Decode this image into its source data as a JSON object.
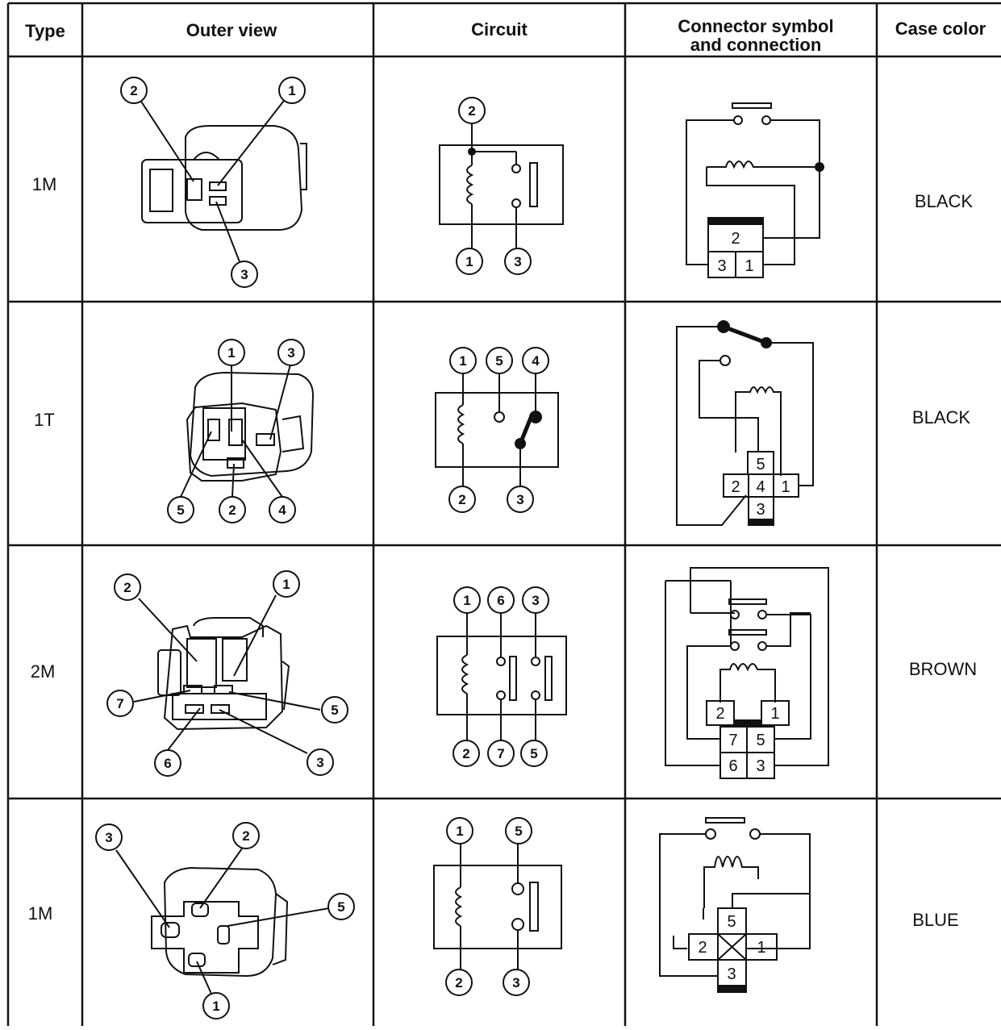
{
  "headers": {
    "type": "Type",
    "outer_view": "Outer view",
    "circuit": "Circuit",
    "connector_line1": "Connector symbol",
    "connector_line2": "and connection",
    "case_color": "Case color"
  },
  "rows": [
    {
      "type": "1M",
      "case_color": "BLACK",
      "outer_pins": [
        "2",
        "1",
        "3"
      ],
      "circuit_pins": [
        "2",
        "1",
        "3"
      ],
      "connector_boxes": [
        "2",
        "3",
        "1"
      ]
    },
    {
      "type": "1T",
      "case_color": "BLACK",
      "outer_pins": [
        "1",
        "3",
        "5",
        "2",
        "4"
      ],
      "circuit_pins": [
        "1",
        "5",
        "4",
        "2",
        "3"
      ],
      "connector_boxes": [
        "5",
        "2",
        "4",
        "1",
        "3"
      ]
    },
    {
      "type": "2M",
      "case_color": "BROWN",
      "outer_pins": [
        "2",
        "1",
        "7",
        "5",
        "6",
        "3"
      ],
      "circuit_pins": [
        "1",
        "6",
        "3",
        "2",
        "7",
        "5"
      ],
      "connector_boxes": [
        "2",
        "1",
        "7",
        "5",
        "6",
        "3"
      ]
    },
    {
      "type": "1M",
      "case_color": "BLUE",
      "outer_pins": [
        "3",
        "2",
        "5",
        "1"
      ],
      "circuit_pins": [
        "1",
        "5",
        "2",
        "3"
      ],
      "connector_boxes": [
        "5",
        "2",
        "1",
        "3"
      ]
    }
  ]
}
